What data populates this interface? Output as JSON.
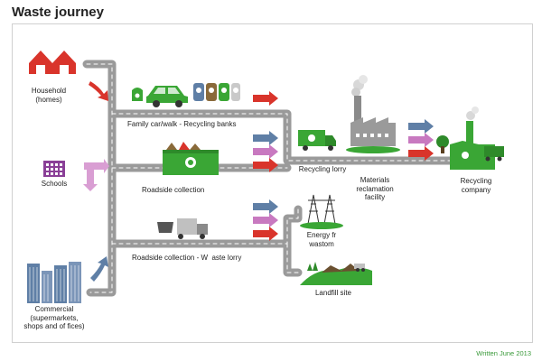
{
  "title": "Waste journey",
  "footer": "Written June 2013",
  "labels": {
    "household": "Household\n(homes)",
    "schools": "Schools",
    "commercial": "Commercial\n(supermarkets,\nshops and of fices)",
    "family_car": "Family car/walk - Recycling banks",
    "roadside_collection": "Roadside collection",
    "roadside_waste_lorry": "Roadside collection - W  aste lorry",
    "recycling_lorry": "Recycling lorry",
    "mrf": "Materials\nreclamation\nfacility",
    "recycling_company": "Recycling\ncompany",
    "energy": "Energy fr\nwastom",
    "landfill": "Landfill site"
  },
  "colors": {
    "road": "#9a9a9a",
    "road_line": "#ffffff",
    "house": "#d9342b",
    "school": "#8a3f97",
    "arrow_red": "#d9342b",
    "arrow_blue": "#5f7fa6",
    "arrow_pink": "#c879c0",
    "arrow_schools": "#d99ed3",
    "green": "#3aa635",
    "footer": "#3a9a3a"
  },
  "icons": [
    "house-icon",
    "school-icon",
    "office-building-icon",
    "recycling-bank-icon",
    "car-icon",
    "recycling-box-icon",
    "waste-lorry-icon",
    "recycling-lorry-icon",
    "factory-icon",
    "pylon-icon",
    "landfill-icon",
    "recycling-company-icon"
  ]
}
